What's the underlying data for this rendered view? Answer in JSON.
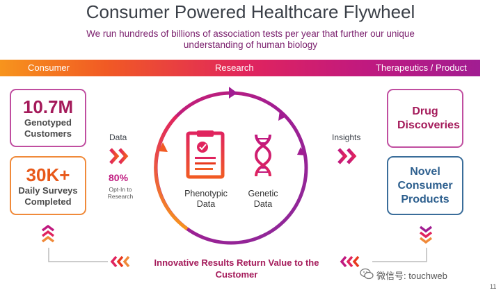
{
  "title": "Consumer Powered Healthcare Flywheel",
  "subtitle": "We run hundreds of billions of association tests per year that further our unique understanding of human biology",
  "band": {
    "left": "Consumer",
    "center": "Research",
    "right": "Therapeutics / Product"
  },
  "left_cards": [
    {
      "value": "10.7M",
      "label": "Genotyped Customers"
    },
    {
      "value": "30K+",
      "label": "Daily Surveys Completed"
    }
  ],
  "data_flow": {
    "label": "Data",
    "percent": "80%",
    "note": "Opt-In to Research"
  },
  "insights": {
    "label": "Insights"
  },
  "center": {
    "phenotypic": "Phenotypic Data",
    "genetic": "Genetic Data"
  },
  "right_cards": [
    {
      "label": "Drug Discoveries"
    },
    {
      "label": "Novel Consumer Products"
    }
  ],
  "bottom": {
    "text": "Innovative Results Return Value to the Customer"
  },
  "watermark": "微信号: touchweb",
  "page_number": "11",
  "icons": [
    "clipboard-icon",
    "dna-icon",
    "chevron-right-icon",
    "chevron-left-icon",
    "chevron-up-icon",
    "chevron-down-icon",
    "wechat-icon"
  ],
  "colors": {
    "magenta": "#c0197f",
    "orange": "#f08a3a",
    "blue": "#2d5f8e",
    "dark_red": "#a41a5a"
  }
}
